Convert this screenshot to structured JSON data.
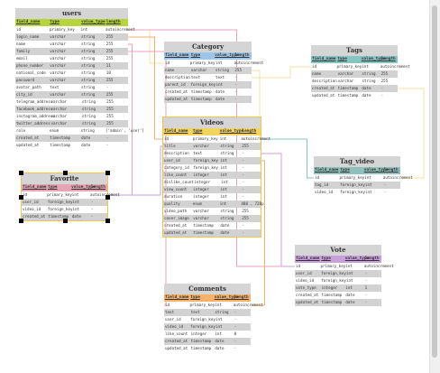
{
  "columns": [
    "field_name",
    "type",
    "value_type",
    "length"
  ],
  "tables": [
    {
      "id": "users",
      "title": "users",
      "header_color": "#b6d53a",
      "selected": false,
      "rows": [
        [
          "id",
          "primary_key",
          "int",
          "autoincrement"
        ],
        [
          "login_name",
          "varchar",
          "string",
          "255"
        ],
        [
          "name",
          "varchar",
          "string",
          "255"
        ],
        [
          "family",
          "varchar",
          "string",
          "255"
        ],
        [
          "email",
          "varchar",
          "string",
          "255"
        ],
        [
          "phone_number",
          "varchar",
          "string",
          "11"
        ],
        [
          "national_code",
          "varchar",
          "string",
          "10"
        ],
        [
          "password",
          "varchar",
          "string",
          "255"
        ],
        [
          "avatar_path",
          "text",
          "string",
          "-"
        ],
        [
          "city_id",
          "varchar",
          "string",
          "255"
        ],
        [
          "telegram_address",
          "varchar",
          "string",
          "255"
        ],
        [
          "facebook_address",
          "varchar",
          "string",
          "255"
        ],
        [
          "instagram_address",
          "varchar",
          "string",
          "255"
        ],
        [
          "twitter_address",
          "varchar",
          "string",
          "255"
        ],
        [
          "role",
          "enum",
          "string",
          "['admin', 'user']"
        ],
        [
          "created_at",
          "timestamp",
          "date",
          "-"
        ],
        [
          "updated_at",
          "timestamp",
          "date",
          "-"
        ]
      ]
    },
    {
      "id": "category",
      "title": "Category",
      "header_color": "#9fc5e8",
      "selected": false,
      "rows": [
        [
          "id",
          "primary_key",
          "int",
          "autoincrement"
        ],
        [
          "name",
          "varchar",
          "string",
          "255"
        ],
        [
          "description",
          "text",
          "text",
          "-"
        ],
        [
          "parent_id",
          "foreign_key",
          "int",
          "-"
        ],
        [
          "created_at",
          "timestamp",
          "date",
          "-"
        ],
        [
          "updated_at",
          "timestamp",
          "date",
          "-"
        ]
      ]
    },
    {
      "id": "tags",
      "title": "Tags",
      "header_color": "#86c5c4",
      "selected": false,
      "rows": [
        [
          "id",
          "primary_key",
          "int",
          "autoincrement"
        ],
        [
          "name",
          "varchar",
          "string",
          "255"
        ],
        [
          "description",
          "varchar",
          "string",
          "255"
        ],
        [
          "created_at",
          "timestamp",
          "date",
          "-"
        ],
        [
          "updated_at",
          "timestamp",
          "date",
          "-"
        ]
      ]
    },
    {
      "id": "videos",
      "title": "Videos",
      "header_color": "#f4d35e",
      "selected": true,
      "rows": [
        [
          "id",
          "primary_key",
          "int",
          "autoincrement"
        ],
        [
          "title",
          "varchar",
          "string",
          "255"
        ],
        [
          "description",
          "text",
          "string",
          "-"
        ],
        [
          "user_id",
          "foreign_key",
          "int",
          "-"
        ],
        [
          "category_id",
          "foreign_key",
          "int",
          "-"
        ],
        [
          "like_count",
          "integer",
          "int",
          "-"
        ],
        [
          "dislike_count",
          "integer",
          "int",
          "-"
        ],
        [
          "view_count",
          "integer",
          "int",
          "-"
        ],
        [
          "duration",
          "integer",
          "int",
          "-"
        ],
        [
          "quality",
          "enum",
          "int",
          "480 , 720p"
        ],
        [
          "video_path",
          "varchar",
          "string",
          "255"
        ],
        [
          "cover_image",
          "varchar",
          "string",
          "255"
        ],
        [
          "created_at",
          "timestamp",
          "date",
          "-"
        ],
        [
          "updated_at",
          "timestamp",
          "date",
          "-"
        ]
      ]
    },
    {
      "id": "tag_video",
      "title": "Tag_video",
      "header_color": "#8fc0bb",
      "selected": false,
      "rows": [
        [
          "id",
          "primary_key",
          "int",
          "autoincrement"
        ],
        [
          "tag_id",
          "foreign_key",
          "int",
          "-"
        ],
        [
          "video_id",
          "foreign_key",
          "int",
          "-"
        ]
      ]
    },
    {
      "id": "favorite",
      "title": "Favorite",
      "header_color": "#e6a4b4",
      "selected": true,
      "rows": [
        [
          "id",
          "primary_key",
          "int",
          "autoincrement"
        ],
        [
          "user_id",
          "foreign_key",
          "int",
          "-"
        ],
        [
          "video_id",
          "foreign_key",
          "int",
          "-"
        ],
        [
          "created_at",
          "timestamp",
          "date",
          "-"
        ]
      ]
    },
    {
      "id": "vote",
      "title": "Vote",
      "header_color": "#c9a0dc",
      "selected": false,
      "rows": [
        [
          "id",
          "primary_key",
          "int",
          "autoincrement"
        ],
        [
          "user_id",
          "foreign_key",
          "int",
          "-"
        ],
        [
          "video_id",
          "foreign_key",
          "int",
          "-"
        ],
        [
          "vote_type",
          "integer",
          "int",
          "1"
        ],
        [
          "created_at",
          "timestamp",
          "date",
          "-"
        ],
        [
          "updated_at",
          "timestamp",
          "date",
          "-"
        ]
      ]
    },
    {
      "id": "comments",
      "title": "Comments",
      "header_color": "#f6b26b",
      "selected": false,
      "rows": [
        [
          "id",
          "primary_key",
          "int",
          "autoincrement"
        ],
        [
          "text",
          "text",
          "string",
          "-"
        ],
        [
          "user_id",
          "foreign_key",
          "int",
          "-"
        ],
        [
          "video_id",
          "foreign_key",
          "int",
          "-"
        ],
        [
          "like_count",
          "integer",
          "int",
          "0"
        ],
        [
          "created_at",
          "timestamp",
          "date",
          "-"
        ],
        [
          "updated_at",
          "timestamp",
          "date",
          "-"
        ]
      ]
    }
  ],
  "relations": [
    {
      "from": "users",
      "to": "category",
      "color": "#f6e3a1"
    },
    {
      "from": "users",
      "to": "videos",
      "color": "#f6b26b"
    },
    {
      "from": "users",
      "to": "favorite",
      "color": "#e8a0c0"
    },
    {
      "from": "users",
      "to": "comments",
      "color": "#e8a0c0"
    },
    {
      "from": "users",
      "to": "vote",
      "color": "#e8a0c0"
    },
    {
      "from": "category",
      "to": "videos",
      "color": "#f6e3a1"
    },
    {
      "from": "category",
      "to": "tags",
      "color": "#f6e3a1"
    },
    {
      "from": "tags",
      "to": "tag_video",
      "color": "#f6e3a1"
    },
    {
      "from": "videos",
      "to": "tag_video",
      "color": "#86c5c4"
    },
    {
      "from": "videos",
      "to": "favorite",
      "color": "#c9a0dc"
    },
    {
      "from": "videos",
      "to": "vote",
      "color": "#c9a0dc"
    },
    {
      "from": "videos",
      "to": "comments",
      "color": "#f6b26b"
    }
  ]
}
